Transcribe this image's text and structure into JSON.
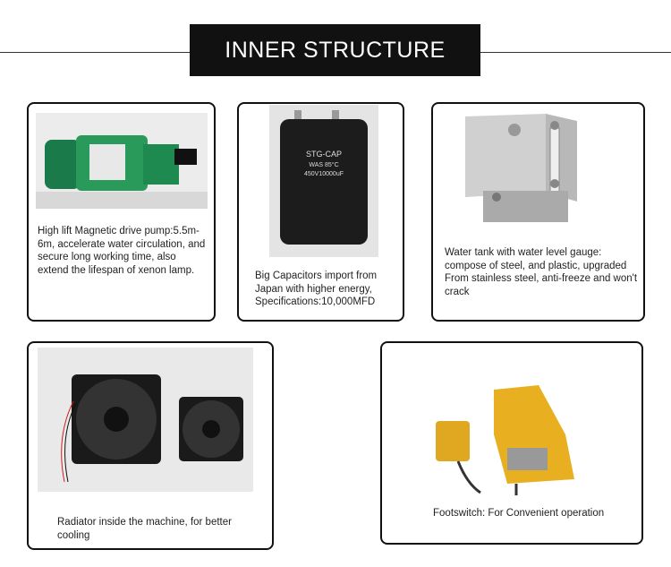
{
  "header": {
    "title": "INNER STRUCTURE"
  },
  "items": [
    {
      "caption": "High lift Magnetic drive pump:5.5m-6m, accelerate water circulation, and secure long working time, also extend the lifespan of xenon lamp."
    },
    {
      "caption": "Big  Capacitors import from Japan with higher energy, Specifications:10,000MFD",
      "label_lines": [
        "STG-CAP",
        "WAS 85°C",
        "450V10000uF"
      ]
    },
    {
      "caption": "Water tank with water level gauge: compose of steel, and plastic, upgraded From stainless steel, anti-freeze and won't crack"
    },
    {
      "caption": "Radiator inside the machine, for better cooling"
    },
    {
      "caption": "Footswitch: For Convenient operation"
    }
  ]
}
